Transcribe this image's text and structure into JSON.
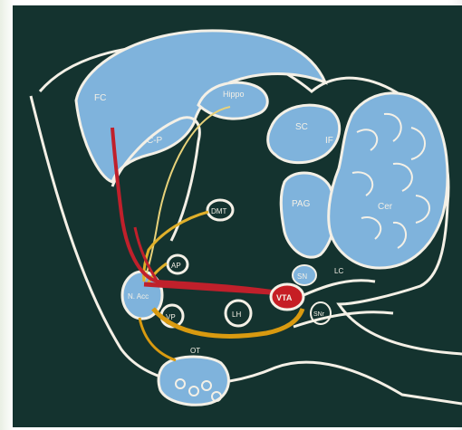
{
  "diagram": {
    "labels": {
      "fc": "FC",
      "hippo": "Hippo",
      "cp": "C-P",
      "sc": "SC",
      "if": "IF",
      "pag": "PAG",
      "cer": "Cer",
      "dmt": "DMT",
      "ap": "AP",
      "n_acc": "N. Acc",
      "vp": "VP",
      "lh": "LH",
      "vta": "VTA",
      "sn": "SN",
      "lc": "LC",
      "snr": "SNr",
      "ot": "OT"
    },
    "colors": {
      "board": "#14332f",
      "region_fill": "#7fb3dc",
      "outline": "#f4f0e6",
      "dopamine_path": "#c0202b",
      "glutamate_path": "#e0b02a",
      "gaba_path": "#d99a10",
      "vta_fill": "#c61e24"
    }
  }
}
